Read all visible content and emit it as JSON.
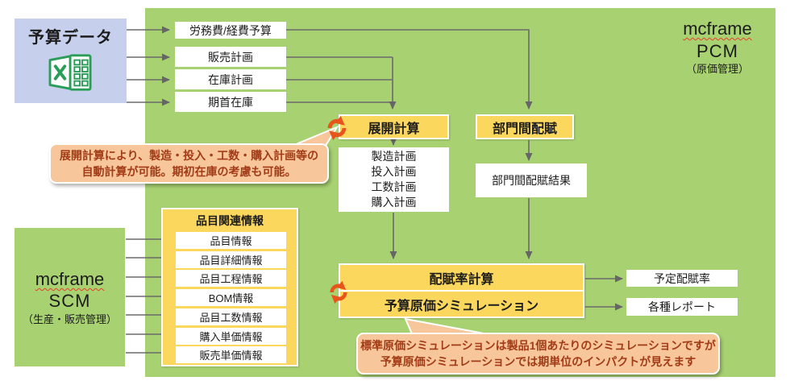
{
  "source": {
    "title": "予算データ",
    "icon": "excel-icon"
  },
  "pcm": {
    "brand": "mcframe",
    "product": "PCM",
    "subtitle": "（原価管理）"
  },
  "scm": {
    "brand": "mcframe",
    "product": "SCM",
    "subtitle": "（生産・販売管理）"
  },
  "budget_inputs": [
    {
      "label": "労務費/経費予算"
    },
    {
      "label": "販売計画"
    },
    {
      "label": "在庫計画"
    },
    {
      "label": "期首在庫"
    }
  ],
  "process": {
    "expand_calc": "展開計算",
    "dept_alloc": "部門間配賦",
    "plans": [
      "製造計画",
      "投入計画",
      "工数計画",
      "購入計画"
    ],
    "dept_alloc_result": "部門間配賦結果",
    "alloc_rate_calc": "配賦率計算",
    "budget_cost_sim": "予算原価シミュレーション",
    "icon": "refresh-icon"
  },
  "item_info": {
    "header": "品目関連情報",
    "rows": [
      "品目情報",
      "品目詳細情報",
      "品目工程情報",
      "BOM情報",
      "品目工数情報",
      "購入単価情報",
      "販売単価情報"
    ]
  },
  "outputs": [
    {
      "label": "予定配賦率"
    },
    {
      "label": "各種レポート"
    }
  ],
  "callouts": {
    "expand": {
      "line1": "展開計算により、製造・投入・工数・購入計画等の",
      "line2": "自動計算が可能。期初在庫の考慮も可能。"
    },
    "sim": {
      "line1": "標準原価シミュレーションは製品1個あたりのシミュレーションですが",
      "line2": "予算原価シミュレーションでは期単位のインパクトが見えます"
    }
  },
  "colors": {
    "panel_green": "#a8d172",
    "box_yellow": "#fbd75e",
    "box_blue": "#c6cfeb",
    "bubble_peach": "#f8c69b",
    "bubble_text": "#a23c17",
    "arrow_gray": "#6b6b6b",
    "excel_green": "#2a9e58",
    "refresh_orange": "#e8551a"
  }
}
